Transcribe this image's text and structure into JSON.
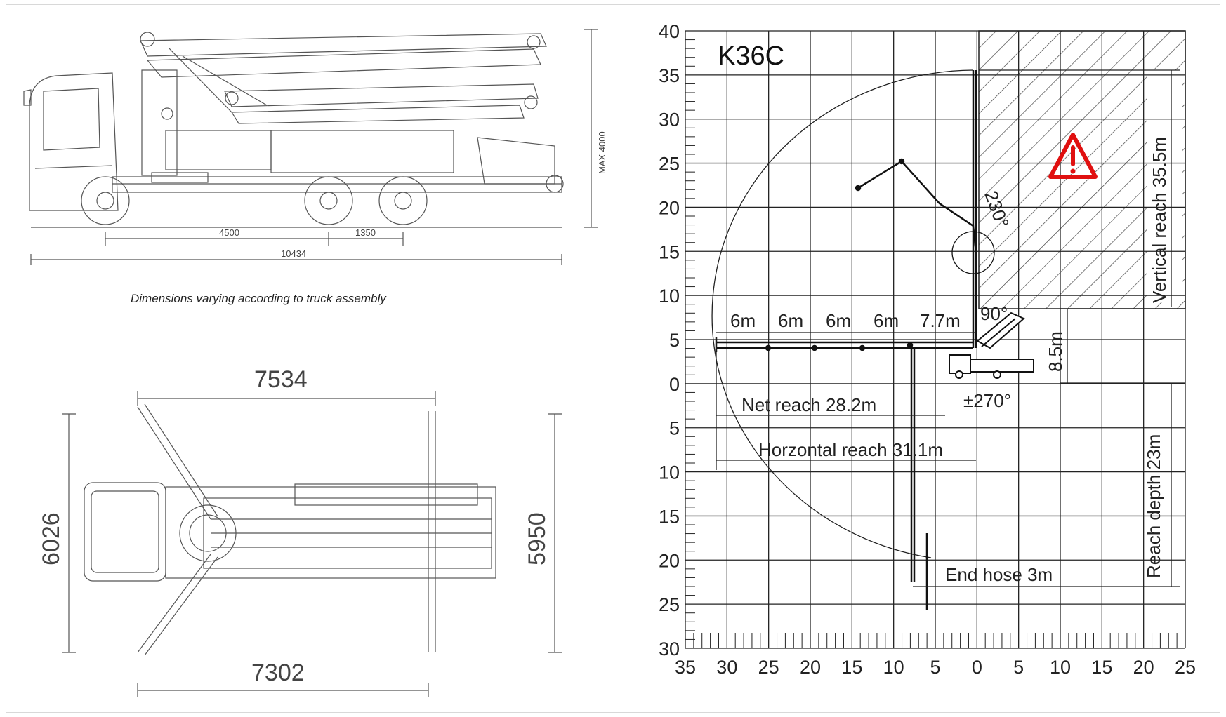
{
  "left": {
    "side_view": {
      "dim_max_height": "MAX 4000",
      "dim_wheelbase": "4500",
      "dim_axle": "1350",
      "dim_length": "10434"
    },
    "caption": "Dimensions varying according to truck assembly",
    "top_view": {
      "dim_top": "7534",
      "dim_bottom": "7302",
      "dim_left": "6026",
      "dim_right": "5950"
    }
  },
  "right": {
    "title": "K36C",
    "x_ticks": [
      "35",
      "30",
      "25",
      "20",
      "15",
      "10",
      "5",
      "0",
      "5",
      "10",
      "15",
      "20",
      "25"
    ],
    "y_ticks": [
      "40",
      "35",
      "30",
      "25",
      "20",
      "15",
      "10",
      "5",
      "0",
      "5",
      "10",
      "15",
      "20",
      "25",
      "30"
    ],
    "sections": [
      "6m",
      "6m",
      "6m",
      "6m",
      "7.7m"
    ],
    "angle_top": "230°",
    "angle_90": "90°",
    "rotation": "±270°",
    "height_85": "8.5m",
    "net_reach": "Net reach 28.2m",
    "horizontal_reach": "Horzontal reach 31.1m",
    "vertical_reach": "Vertical reach 35.5m",
    "reach_depth": "Reach depth 23m",
    "end_hose": "End hose 3m",
    "warning_color": "#e01010"
  }
}
